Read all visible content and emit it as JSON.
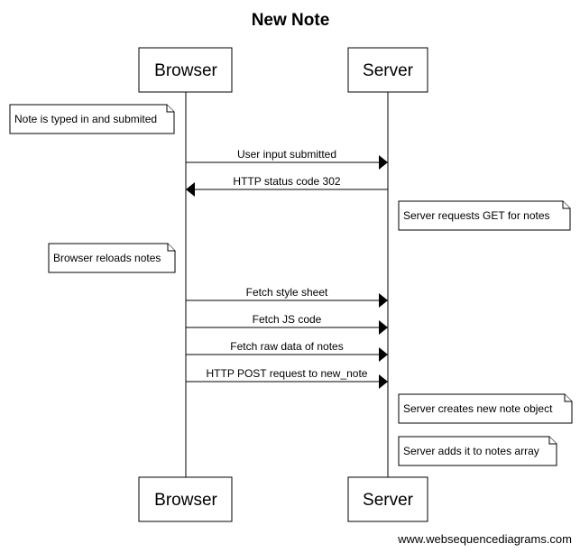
{
  "title": "New Note",
  "participants": {
    "browser": "Browser",
    "server": "Server"
  },
  "notes": [
    {
      "text": "Note is typed in and submited",
      "over": "browser",
      "side": "left"
    },
    {
      "text": "Server requests GET for notes",
      "over": "server",
      "side": "right"
    },
    {
      "text": "Browser reloads notes",
      "over": "browser",
      "side": "left"
    },
    {
      "text": "Server creates new note object",
      "over": "server",
      "side": "right"
    },
    {
      "text": "Server adds it to notes array",
      "over": "server",
      "side": "right"
    }
  ],
  "messages": [
    {
      "text": "User input submitted",
      "from": "browser",
      "to": "server"
    },
    {
      "text": "HTTP status code 302",
      "from": "server",
      "to": "browser"
    },
    {
      "text": "Fetch style sheet",
      "from": "browser",
      "to": "server"
    },
    {
      "text": "Fetch JS code",
      "from": "browser",
      "to": "server"
    },
    {
      "text": "Fetch raw data of notes",
      "from": "browser",
      "to": "server"
    },
    {
      "text": "HTTP POST request to new_note",
      "from": "browser",
      "to": "server"
    }
  ],
  "watermark": "www.websequencediagrams.com"
}
